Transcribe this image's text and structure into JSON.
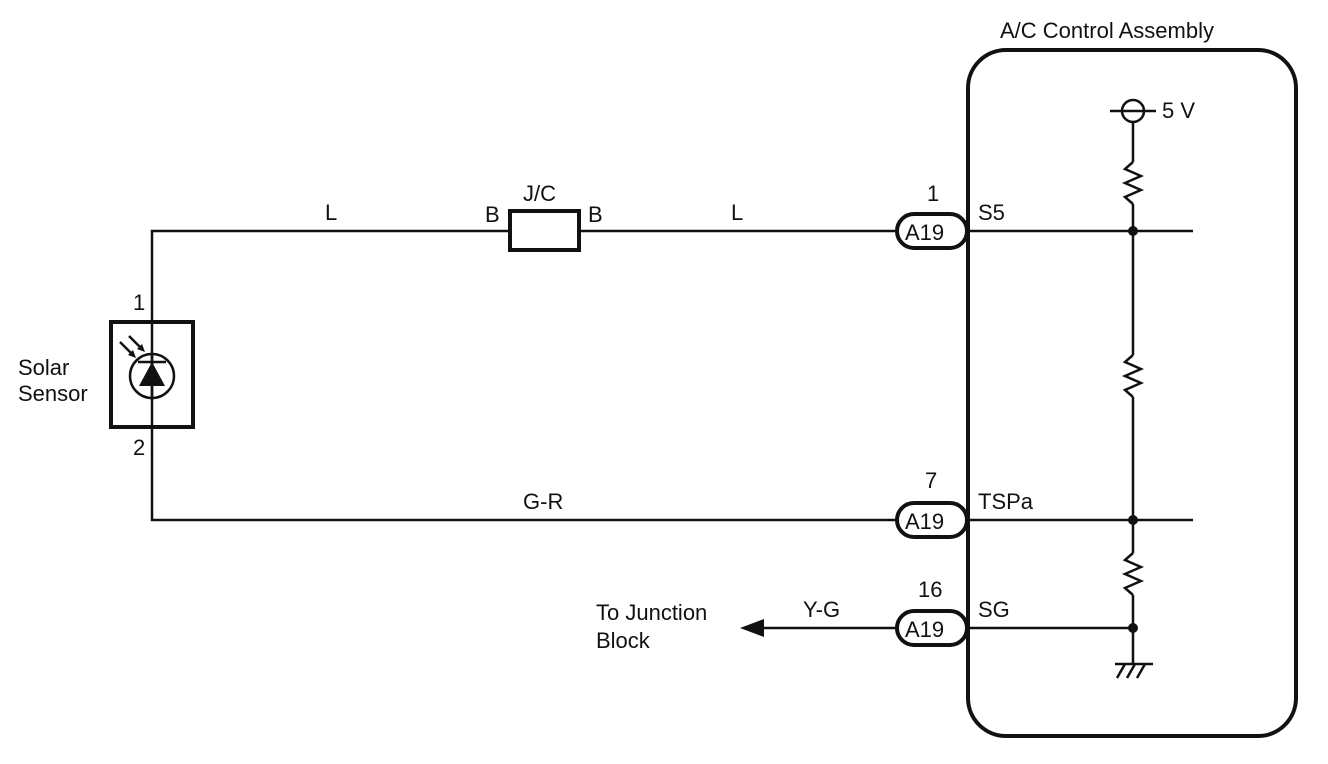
{
  "assembly": {
    "title": "A/C Control Assembly"
  },
  "power": {
    "label": "5 V"
  },
  "sensor": {
    "label_line1": "Solar",
    "label_line2": "Sensor",
    "pin_top": "1",
    "pin_bottom": "2"
  },
  "junction_connector": {
    "label": "J/C",
    "pin_left": "B",
    "pin_right": "B"
  },
  "wires": {
    "top_left": "L",
    "top_right": "L",
    "middle": "G-R",
    "bottom": "Y-G"
  },
  "connectors": [
    {
      "name": "A19",
      "pin": "1",
      "signal": "S5"
    },
    {
      "name": "A19",
      "pin": "7",
      "signal": "TSPa"
    },
    {
      "name": "A19",
      "pin": "16",
      "signal": "SG"
    }
  ],
  "junction_block": {
    "line1": "To Junction",
    "line2": "Block"
  }
}
